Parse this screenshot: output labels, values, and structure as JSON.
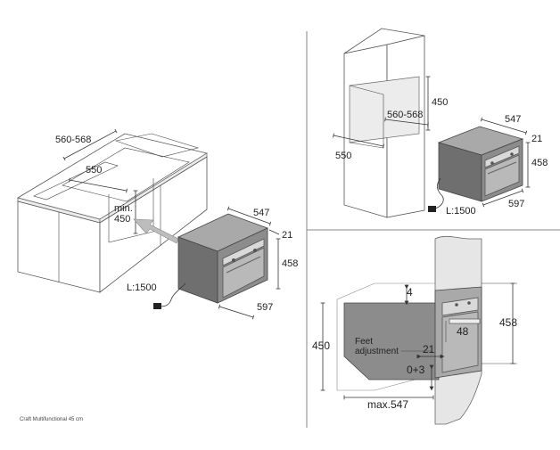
{
  "panel_left": {
    "niche_width": "560-568",
    "niche_depth": "550",
    "min_height_label": "min.",
    "min_height_value": "450",
    "oven_width": "547",
    "oven_front_offset": "21",
    "oven_height": "458",
    "oven_depth": "597",
    "cable_length": "L:1500"
  },
  "panel_top_right": {
    "niche_height": "450",
    "niche_width": "560-568",
    "niche_depth": "550",
    "oven_width": "547",
    "oven_front_offset": "21",
    "oven_height": "458",
    "oven_depth": "597",
    "cable_length": "L:1500"
  },
  "panel_bottom_right": {
    "top_gap": "4",
    "niche_height": "450",
    "oven_height": "458",
    "feet_label_1": "Feet",
    "feet_label_2": "adjustment",
    "front_offset": "21",
    "feet_range": "0+3",
    "handle_depth": "48",
    "max_depth": "max.547"
  },
  "caption": "Craft Multifunctional 45 cm",
  "colors": {
    "oven_body": "#8c8c8c",
    "oven_dark": "#6f6f6f",
    "door_glass": "#b9b9b9",
    "cabinet_line": "#555555",
    "divider": "#888888"
  }
}
